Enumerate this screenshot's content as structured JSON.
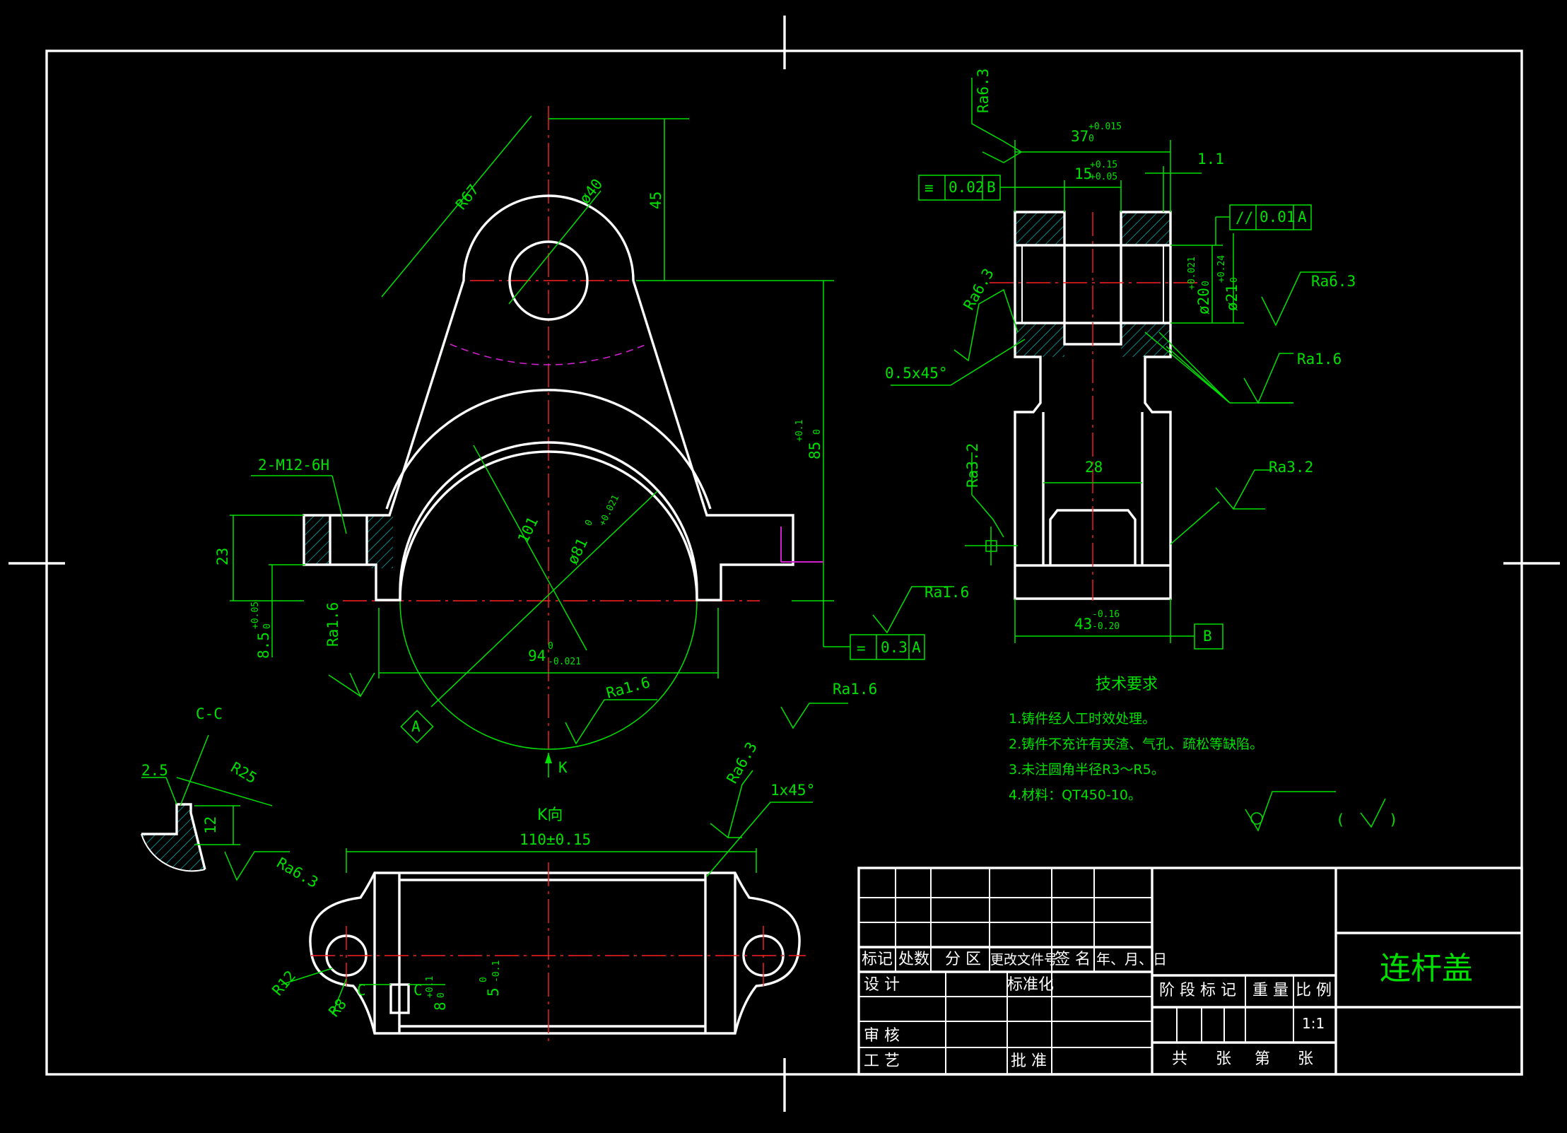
{
  "title_block": {
    "part_name": "连杆盖",
    "row_labels": [
      "标记",
      "处数",
      "分 区",
      "更改文件号",
      "签 名",
      "年、月、日"
    ],
    "design": "设 计",
    "standardize": "标准化",
    "review": "审 核",
    "process": "工 艺",
    "approve": "批 准",
    "stage_mark": "阶 段 标 记",
    "weight": "重 量",
    "scale_label": "比 例",
    "scale_value": "1:1",
    "sheet_total": "共",
    "sheet_mid": "张",
    "sheet_of": "第",
    "sheet_end": "张"
  },
  "tech_requirements": {
    "heading": "技术要求",
    "items": [
      "1.铸件经人工时效处理。",
      "2.铸件不充许有夹渣、气孔、疏松等缺陷。",
      "3.未注圆角半径R3～R5。",
      "4.材料：QT450-10。"
    ]
  },
  "front_view": {
    "r67": "R67",
    "d40": "ø40",
    "h45": "45",
    "h85": "85",
    "h85_tol": "+0.1",
    "h85_tol_low": "0",
    "thread": "2-M12-6H",
    "d23": "23",
    "d101": "101",
    "d81": "ø81",
    "d81_tol": "+0.021",
    "d81_tol_low": "0",
    "d85_5": "8.5",
    "d85_5_tol": "+0.05",
    "d85_5_tol_low": "0",
    "ra_left": "Ra1.6",
    "w94": "94",
    "w94_tol_up": "0",
    "w94_tol_low": "-0.021",
    "datum_a": "A",
    "k_arrow": "K",
    "ra_center": "Ra1.6",
    "ra_right": "Ra1.6",
    "ra_flatness": "Ra1.6",
    "fcf_value": "0.3",
    "fcf_datum": "A"
  },
  "side_view": {
    "ra_top": "Ra6.3",
    "w37": "37",
    "w37_tol": "+0.015",
    "w37_tol_low": "0",
    "w15": "15",
    "w15_tol": "+0.15",
    "w15_tol_low": "+0.05",
    "w11": "1.1",
    "fcf_sym_value": "0.02",
    "fcf_sym_datum": "B",
    "fcf_par_value": "0.01",
    "fcf_par_datum": "A",
    "d20": "ø20",
    "d20_tol": "+0.021",
    "d20_tol_low": "0",
    "d21": "ø21",
    "d21_tol": "+0.24",
    "d21_tol_low": "0",
    "ra_left": "Ra6.3",
    "ra_right": "Ra6.3",
    "chamfer": "0.5x45°",
    "ra_16": "Ra1.6",
    "w28": "28",
    "ra32_left": "Ra3.2",
    "ra32_right": "Ra3.2",
    "w43": "43",
    "w43_tol": "-0.16",
    "w43_tol_low": "-0.20",
    "datum_b": "B"
  },
  "section_cc": {
    "label": "C-C",
    "d25": "2.5",
    "r25": "R25",
    "d12": "12",
    "ra": "Ra6.3"
  },
  "k_view": {
    "label": "K向",
    "w110": "110±0.15",
    "ra": "Ra6.3",
    "chamfer": "1x45°",
    "r12": "R12",
    "r8": "R8",
    "c_left": "C",
    "c_right": "C",
    "d8": "8",
    "d8_tol": "+0.1",
    "d8_tol_low": "0",
    "d5": "5",
    "d5_tol": "0",
    "d5_tol_low": "-0.1"
  },
  "other_roughness": {
    "parenthesis": "(",
    "parenthesis_close": ")"
  },
  "colors": {
    "background": "#000000",
    "outline": "#ffffff",
    "dimension": "#00e000",
    "centerline": "#ff2020",
    "phantom": "#d020d0"
  }
}
